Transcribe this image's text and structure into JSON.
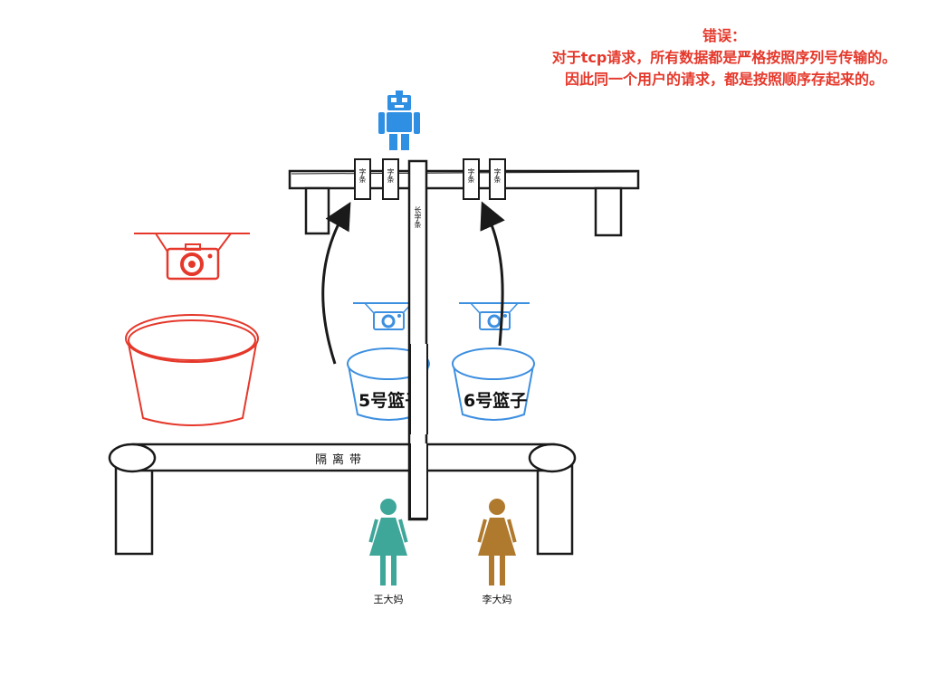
{
  "error_note": {
    "title": "错误：",
    "line1": "对于tcp请求，所有数据都是严格按照序列号传输的。",
    "line2": "因此同一个用户的请求，都是按照顺序存起来的。"
  },
  "slip_label": "字条",
  "long_slip_label": "长字条",
  "belt_label": "隔离带",
  "baskets": [
    {
      "label": "5号篮子"
    },
    {
      "label": "6号篮子"
    }
  ],
  "people": [
    {
      "name": "王大妈",
      "color": "#3fa69a"
    },
    {
      "name": "李大妈",
      "color": "#b07a2e"
    }
  ],
  "colors": {
    "red": "#e5382b",
    "blue": "#3d8fe0",
    "robot": "#2f8fe3",
    "ink": "#1a1a1a"
  },
  "icons": [
    "robot-icon",
    "camera-icon",
    "basket-icon",
    "person-icon"
  ]
}
